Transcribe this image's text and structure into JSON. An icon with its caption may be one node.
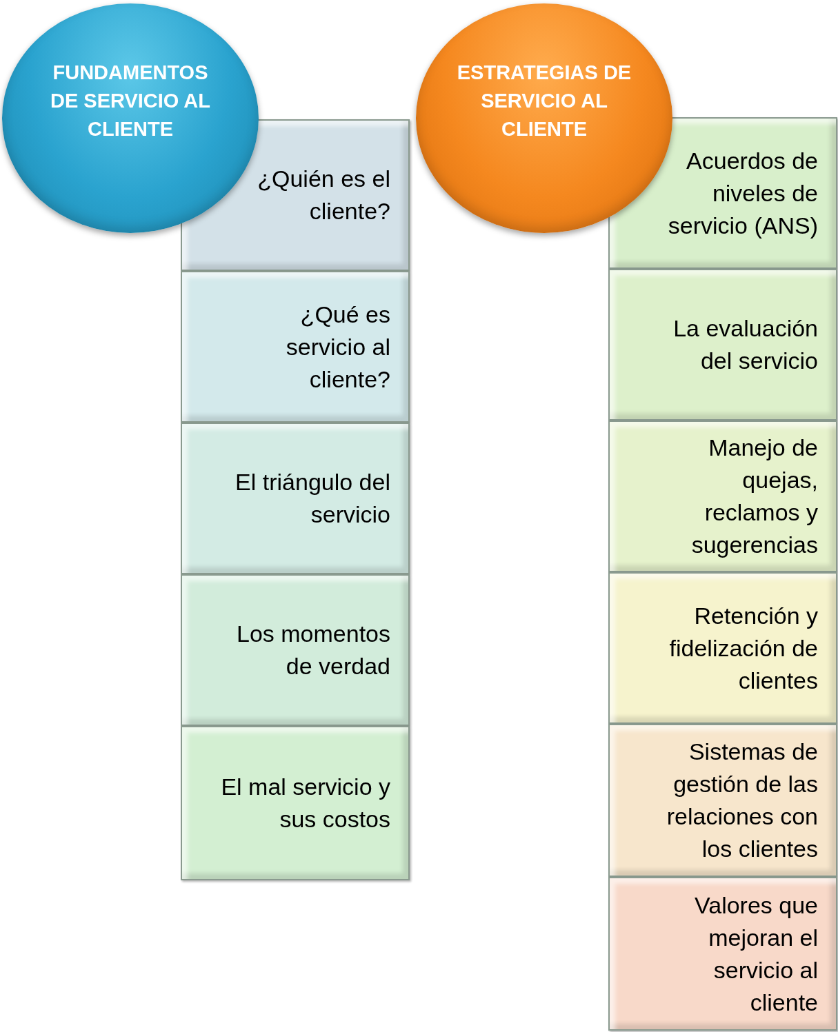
{
  "diagram": {
    "nodes": [
      {
        "text": [
          "FUNDAMENTOS DE SERVICIO AL CLIENTE"
        ]
      },
      {
        "text": [
          "¿Quién es el cliente?"
        ]
      },
      {
        "text": [
          "¿Qué es servicio al cliente?"
        ]
      },
      {
        "text": [
          "El triángulo del servicio"
        ]
      },
      {
        "text": [
          "Los momentos de verdad"
        ]
      },
      {
        "text": [
          "El mal servicio y sus costos"
        ]
      },
      {
        "text": [
          "ESTRATEGIAS DE SERVICIO AL CLIENTE"
        ]
      },
      {
        "text": [
          "Acuerdos de niveles de servicio (ANS)"
        ]
      },
      {
        "text": [
          "La evaluación del servicio"
        ]
      },
      {
        "text": [
          "Manejo de quejas, reclamos y sugerencias"
        ]
      },
      {
        "text": [
          "Retención y fidelización de clientes"
        ]
      },
      {
        "text": [
          "Sistemas de gestión de las relaciones con los clientes"
        ]
      },
      {
        "text": [
          "Valores que mejoran el servicio al cliente"
        ]
      }
    ]
  }
}
